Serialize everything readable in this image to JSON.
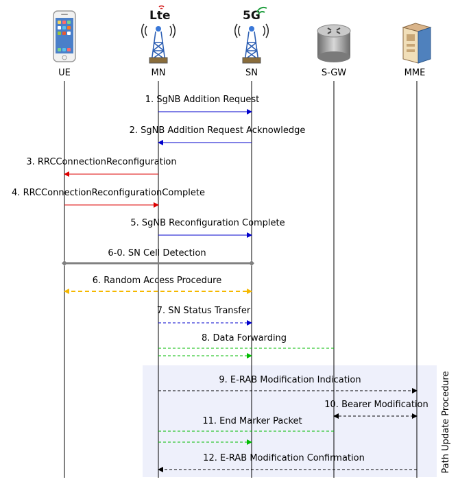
{
  "entities": [
    {
      "id": "ue",
      "label": "UE",
      "icon": "smartphone-icon"
    },
    {
      "id": "mn",
      "label": "MN",
      "icon": "lte-tower-icon",
      "badge": "Lte"
    },
    {
      "id": "sn",
      "label": "SN",
      "icon": "5g-tower-icon",
      "badge": "5G"
    },
    {
      "id": "sgw",
      "label": "S-GW",
      "icon": "router-icon"
    },
    {
      "id": "mme",
      "label": "MME",
      "icon": "server-icon"
    }
  ],
  "messages": [
    {
      "label": "1. SgNB Addition Request",
      "from": "mn",
      "to": "sn",
      "style": "solid",
      "color": "#0000cc"
    },
    {
      "label": "2. SgNB Addition Request Acknowledge",
      "from": "sn",
      "to": "mn",
      "style": "solid",
      "color": "#0000cc"
    },
    {
      "label": "3. RRCConnectionReconfiguration",
      "from": "mn",
      "to": "ue",
      "style": "solid",
      "color": "#dd0000"
    },
    {
      "label": "4. RRCConnectionReconfigurationComplete",
      "from": "ue",
      "to": "mn",
      "style": "solid",
      "color": "#dd0000"
    },
    {
      "label": "5. SgNB Reconfiguration Complete",
      "from": "mn",
      "to": "sn",
      "style": "solid",
      "color": "#0000cc"
    },
    {
      "label": "6-0. SN Cell Detection",
      "from": "ue",
      "to": "sn",
      "style": "thick-bidirectional",
      "color": "#808080"
    },
    {
      "label": "6. Random Access Procedure",
      "from": "ue",
      "to": "sn",
      "style": "dashed-bidirectional",
      "color": "#f5b800"
    },
    {
      "label": "7. SN Status Transfer",
      "from": "mn",
      "to": "sn",
      "style": "dashed",
      "color": "#0000cc"
    },
    {
      "label": "8. Data Forwarding",
      "from": "sgw",
      "to": "sn",
      "style": "dashed",
      "color": "#00bb00"
    },
    {
      "label": "9. E-RAB Modification Indication",
      "from": "mn",
      "to": "mme",
      "style": "dashed",
      "color": "#000000"
    },
    {
      "label": "10. Bearer Modification",
      "from": "sgw",
      "to": "mme",
      "style": "dashed-bidirectional",
      "color": "#000000"
    },
    {
      "label": "11. End Marker Packet",
      "from": "sgw",
      "to": "sn",
      "style": "dashed",
      "color": "#00bb00"
    },
    {
      "label": "12. E-RAB Modification Confirmation",
      "from": "mme",
      "to": "mn",
      "style": "dashed",
      "color": "#000000"
    }
  ],
  "procedure_box": {
    "label": "Path Update Procedure",
    "fill": "#eef0fb"
  }
}
